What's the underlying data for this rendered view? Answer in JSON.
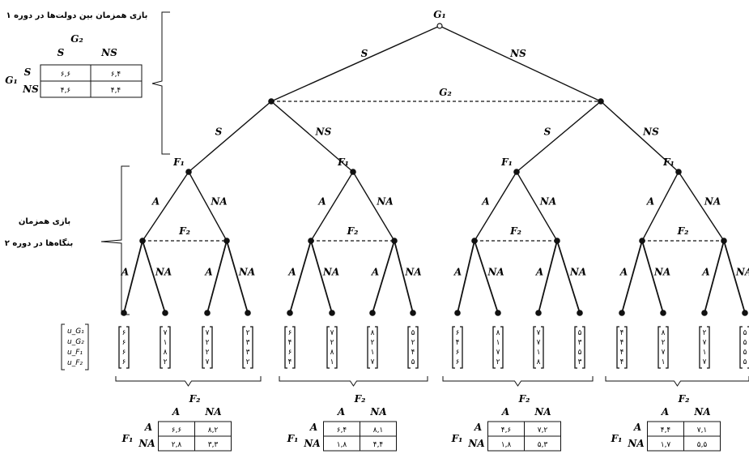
{
  "top_note": "بازی همزمان بین دولت‌ها در دوره ۱",
  "side_note_line1": "بازی همزمان",
  "side_note_line2": "بنگاه‌ها در دوره ۲",
  "root_label": "G₁",
  "g2_info_label": "G₂",
  "period1_matrix": {
    "col_player": "G₂",
    "row_player": "G₁",
    "cols": [
      "S",
      "NS"
    ],
    "rows": [
      "S",
      "NS"
    ],
    "cells": [
      [
        "۶,۶",
        "۶,۴"
      ],
      [
        "۴,۶",
        "۴,۴"
      ]
    ]
  },
  "level1_edges": [
    "S",
    "NS"
  ],
  "level2_edges": [
    "S",
    "NS"
  ],
  "firm_node_label": "F₁",
  "firm2_info_label": "F₂",
  "firm_edges": [
    "A",
    "NA"
  ],
  "payoff_row_labels": [
    "u_G₁",
    "u_G₂",
    "u_F₁",
    "u_F₂"
  ],
  "payoff_vectors": [
    [
      "۶",
      "۶",
      "۶",
      "۶"
    ],
    [
      "۷",
      "۱",
      "۸",
      "۲"
    ],
    [
      "۷",
      "۲",
      "۲",
      "۷"
    ],
    [
      "۲",
      "۳",
      "۳",
      "۲"
    ],
    [
      "۶",
      "۴",
      "۶",
      "۴"
    ],
    [
      "۷",
      "۲",
      "۸",
      "۱"
    ],
    [
      "۸",
      "۲",
      "۱",
      "۷"
    ],
    [
      "۵",
      "۲",
      "۴",
      "۵"
    ],
    [
      "۶",
      "۴",
      "۶",
      "۶"
    ],
    [
      "۸",
      "۱",
      "۷",
      "۲"
    ],
    [
      "۷",
      "۷",
      "۱",
      "۸"
    ],
    [
      "۵",
      "۳",
      "۵",
      "۳"
    ],
    [
      "۴",
      "۴",
      "۴",
      "۴"
    ],
    [
      "۸",
      "۲",
      "۷",
      "۱"
    ],
    [
      "۲",
      "۷",
      "۱",
      "۷"
    ],
    [
      "۵",
      "۵",
      "۵",
      "۵"
    ]
  ],
  "firm_matrices": [
    {
      "col_player": "F₂",
      "row_player": "F₁",
      "cols": [
        "A",
        "NA"
      ],
      "rows": [
        "A",
        "NA"
      ],
      "cells": [
        [
          "۶,۶",
          "۸,۲"
        ],
        [
          "۲,۸",
          "۳,۳"
        ]
      ]
    },
    {
      "col_player": "F₂",
      "row_player": "F₁",
      "cols": [
        "A",
        "NA"
      ],
      "rows": [
        "A",
        "NA"
      ],
      "cells": [
        [
          "۶,۴",
          "۸,۱"
        ],
        [
          "۱,۸",
          "۴,۴"
        ]
      ]
    },
    {
      "col_player": "F₂",
      "row_player": "F₁",
      "cols": [
        "A",
        "NA"
      ],
      "rows": [
        "A",
        "NA"
      ],
      "cells": [
        [
          "۴,۶",
          "۷,۲"
        ],
        [
          "۱,۸",
          "۵,۳"
        ]
      ]
    },
    {
      "col_player": "F₂",
      "row_player": "F₁",
      "cols": [
        "A",
        "NA"
      ],
      "rows": [
        "A",
        "NA"
      ],
      "cells": [
        [
          "۴,۴",
          "۷,۱"
        ],
        [
          "۱,۷",
          "۵,۵"
        ]
      ]
    }
  ]
}
